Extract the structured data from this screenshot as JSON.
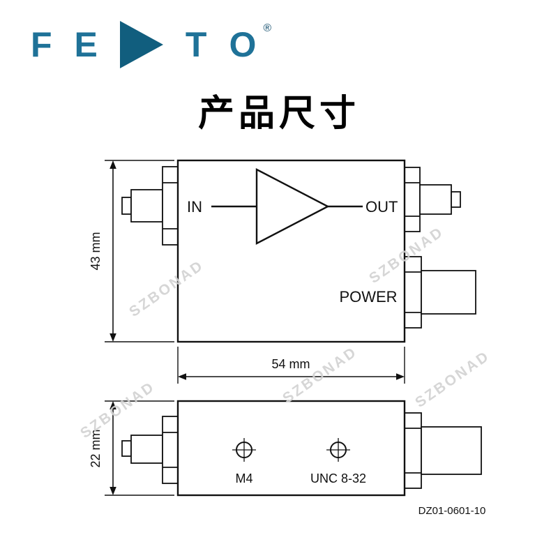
{
  "logo": {
    "f": "F",
    "e": "E",
    "t": "T",
    "o": "O",
    "registered": "®"
  },
  "title": "产品尺寸",
  "diagram": {
    "top_view": {
      "in": "IN",
      "out": "OUT",
      "power": "POWER",
      "height": "43 mm",
      "width": "54 mm"
    },
    "bottom_view": {
      "hole_left": "M4",
      "hole_right": "UNC 8-32",
      "height": "22 mm"
    },
    "part_number": "DZ01-0601-10"
  },
  "watermark": {
    "text": "SZBONAD"
  },
  "colors": {
    "logo_letters": "#1f7298",
    "logo_triangle": "#115e7e",
    "line": "#111111",
    "watermark": "#d2d2d2"
  }
}
